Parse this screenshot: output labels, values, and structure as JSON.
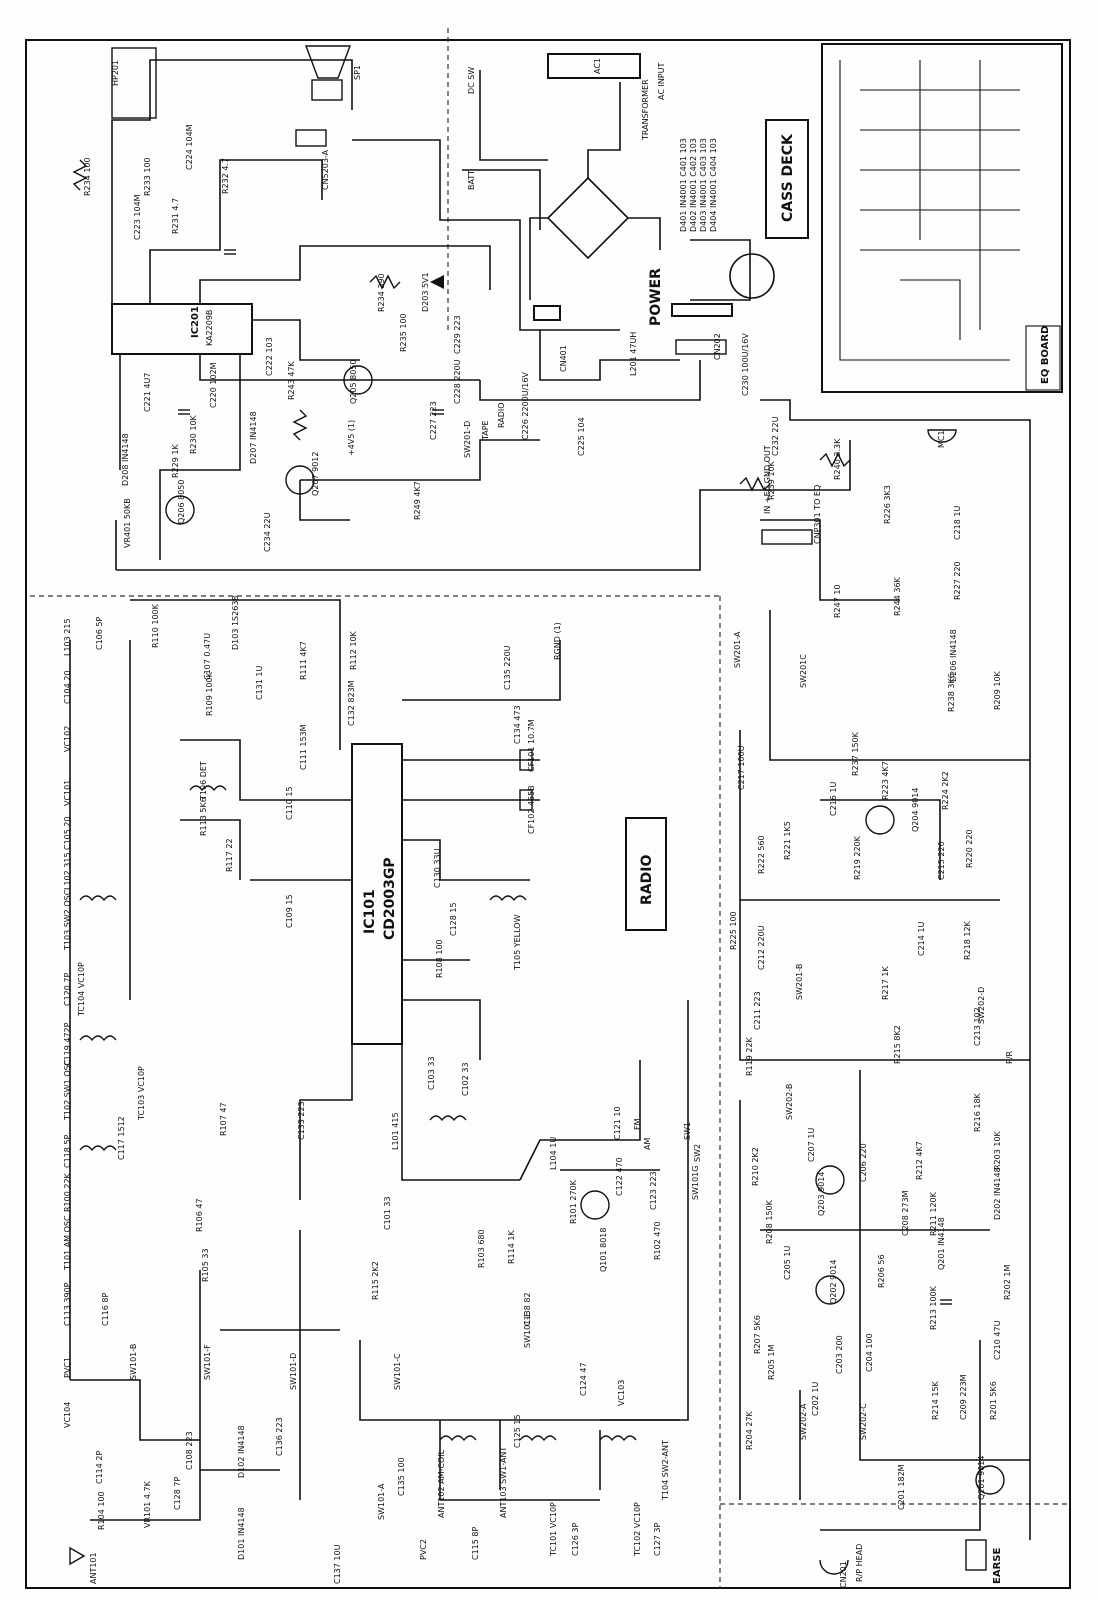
{
  "sections": {
    "cass_deck": "CASS DECK",
    "radio": "RADIO",
    "power": "POWER",
    "eq_board": "EQ BOARD",
    "transformer": "TRANSFORMER",
    "ac_input": "AC INPUT",
    "batt": "BATT",
    "dc_sw": "DC SW",
    "earse": "EARSE",
    "rp_head": "R/P HEAD"
  },
  "ics": {
    "ic201": "IC201",
    "ic201_part": "KA2209B",
    "ic101": "IC101",
    "ic101_part": "CD2003GP"
  },
  "diode_table": [
    "D401  IN4001   C401  103",
    "D402  IN4001   C402  103",
    "D403  IN4001   C403  103",
    "D404  IN4001   C404  103"
  ],
  "labels": {
    "hp201": "HP201",
    "sp1": "SP1",
    "cn5203a": "CN5203-A",
    "ac1": "AC1",
    "cn401": "CN401",
    "cn202": "CN202",
    "l201": "L201 47UH",
    "c230": "C230 100U/16V",
    "c226": "C226 2200U/16V",
    "c225": "C225 104",
    "r234": "R234 390",
    "d203": "D203 5V1",
    "r235": "R235 100",
    "c229": "C229 223",
    "c228": "C228 220U",
    "c227": "C227 223",
    "q205": "Q205 8050",
    "plus4v5": "+4V5 (1)",
    "sw2010": "SW201-D",
    "tape": "TAPE",
    "radio_sw": "RADIO",
    "r243": "R243 47K",
    "q207": "Q207 9012",
    "r249": "R249 4K7",
    "c234": "C234 22U",
    "vr401": "VR401 50KB",
    "q206": "Q206 8050",
    "r229": "R229 1K",
    "r230": "R230 10K",
    "c220": "C220 102M",
    "c221": "C221 4U7",
    "d208": "D208 IN4148",
    "d207": "D207 IN4148",
    "c222": "C222 103",
    "c223": "C223 104M",
    "r231": "R231 4.7",
    "c224": "C224 104M",
    "r232": "R232 4.7",
    "r233": "R233 100",
    "r234b": "R234 100",
    "c232": "C232 22U",
    "r239": "R239 10K",
    "r240": "R240 3.3K",
    "mc1": "MC1",
    "r226": "R226 3K3",
    "c218": "C218 1U",
    "cnp301": "CNP301 TO EQ",
    "cnp_pins": "IN  +EC  GND  OUT",
    "r247": "R247 10",
    "r244": "R244 36K",
    "r227": "R227 220",
    "d206": "D206 IN4148",
    "sw201c": "SW201C",
    "sw201a": "SW201-A",
    "r238": "R238 3K6",
    "r209": "R209 10K",
    "c217": "C217 100U",
    "r237": "R237 150K",
    "r223": "R223 4K7",
    "r224": "R224 2K2",
    "c216": "C216 1U",
    "q204": "Q204 9014",
    "r222": "R222 560",
    "r221": "R221 1K5",
    "r219": "R219 220K",
    "c215": "C215 220",
    "r220": "R220 220",
    "r225": "R225 100",
    "c212": "C212 220U",
    "c214": "C214 1U",
    "r218": "R218 12K",
    "c211": "C211 223",
    "r217": "R217 1K",
    "c213": "C213 102",
    "sw201b": "SW201-B",
    "r215": "R215 8K2",
    "sw202d": "SW202-D",
    "pr": "P/R",
    "r119": "R119 22K",
    "sw202b": "SW202-B",
    "r216": "R216 18K",
    "r210": "R210 2K2",
    "c207": "C207 1U",
    "q203": "Q203 9014",
    "c206": "C206 220",
    "r212": "R212 4K7",
    "r203": "R203 10K",
    "d202": "D202 IN4148",
    "c208": "C208 273M",
    "r211": "R211 120K",
    "r208": "R208 150K",
    "c205": "C205 1U",
    "q202": "Q202 9014",
    "r206": "R206 56",
    "q201_d": "Q201 IN4148",
    "r202": "R202 1M",
    "r207": "R207 5K6",
    "r205": "R205 1M",
    "c203": "C203 200",
    "c204": "C204 100",
    "r213": "R213 100K",
    "c210": "C210 47U",
    "r204": "R204 27K",
    "c202": "C202 1U",
    "sw202a": "SW202-A",
    "sw202c": "SW202-C",
    "r214": "R214 15K",
    "c209": "C209 223M",
    "r201": "R201 5K6",
    "c201": "C201 182M",
    "q201": "Q201 9014",
    "cn201": "CN201",
    "c106": "C106 5P",
    "r110": "R110 100K",
    "c107": "C107 0.47U",
    "d103": "D103 1S2638",
    "l103": "L103 215",
    "r111": "R111 4K7",
    "r112": "R112 10K",
    "c135": "C135 220U",
    "rgnd": "RGND (1)",
    "c104": "C104 20",
    "r109": "R109 100K",
    "c131": "C131 1U",
    "c132": "C132 823M",
    "c134": "C134 473",
    "vc102": "VC102",
    "c111": "C111 153M",
    "cf101": "CF101 10.7M",
    "vc101": "VC101",
    "t106": "T106 DET",
    "c110": "C110 15",
    "c105": "C105 20",
    "r113": "R113 5K6",
    "cf102": "CF102 455B",
    "l102": "L102 315",
    "r117": "R117 22",
    "c130": "C130 33U",
    "t103": "T103 SW2 OSC",
    "c109": "C109 15",
    "c128": "C128 15",
    "c120": "C120 7P",
    "tc104": "TC104 VC10P",
    "t105": "T105 YELLOW",
    "r108": "R108 100",
    "c119": "C119 472P",
    "t102": "T102 SW1 OSC",
    "c118": "C118 5P",
    "tc103": "TC103 VC10P",
    "r100": "R100 22K",
    "c117": "C117 1512",
    "c103": "C103 33",
    "c102": "C102 33",
    "t101": "T101 AM OSC",
    "c113": "C113 390P",
    "c116": "C116 8P",
    "r107": "R107 47",
    "c133": "C133 223",
    "l101": "L101 415",
    "c101": "C101 33",
    "r106": "R106 47",
    "r105": "R105 33",
    "pvc1": "PVC1",
    "sw101b": "SW101-B",
    "sw101f": "SW101-F",
    "sw101d": "SW101-D",
    "sw101e": "SW101-E",
    "sw101c": "SW101-C",
    "r115": "R115 2K2",
    "l104": "L104 1U",
    "c121": "C121 10",
    "c122": "C122 470",
    "c123": "C123 223",
    "r101": "R101 270K",
    "r102": "R102 470",
    "r103": "R103 680",
    "r114": "R114 1K",
    "q101": "Q101 8018",
    "c138": "C138 82",
    "fm": "FM",
    "am": "AM",
    "sw1": "SW1",
    "sw2": "SW2",
    "sw101g": "SW101G",
    "vc104": "VC104",
    "c114": "C114 2P",
    "c108": "C108 223",
    "c136": "C136 223",
    "c135b": "C135 100",
    "ant102": "ANT102 AM-COIL",
    "ant103": "ANT103 SW1-ANT",
    "c125": "C125 15",
    "c124": "C124 47",
    "vc103": "VC103",
    "r104": "R104 100",
    "vr101": "VR101 4.7K",
    "c128b": "C128 7P",
    "d102": "D102 IN4148",
    "d101": "D101 IN4148",
    "sw101a": "SW101-A",
    "ant101": "ANT101",
    "c137": "C137 10U",
    "pvc2": "PVC2",
    "c115": "C115 8P",
    "tc101": "TC101 VC10P",
    "c126": "C126 3P",
    "tc102": "TC102 VC10P",
    "c127": "C127 3P",
    "t104": "T104 SW2-ANT"
  }
}
